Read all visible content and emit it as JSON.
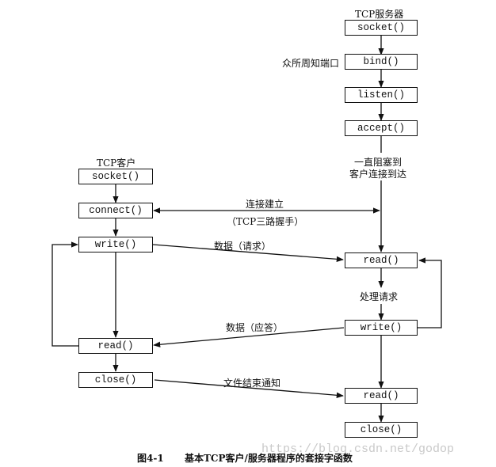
{
  "server": {
    "title": "TCP服务器",
    "socket": "socket()",
    "bind": "bind()",
    "bind_note": "众所周知端口",
    "listen": "listen()",
    "accept": "accept()",
    "block_note_1": "一直阻塞到",
    "block_note_2": "客户连接到达",
    "read1": "read()",
    "process_note": "处理请求",
    "write": "write()",
    "read2": "read()",
    "close": "close()"
  },
  "client": {
    "title": "TCP客户",
    "socket": "socket()",
    "connect": "connect()",
    "write": "write()",
    "read": "read()",
    "close": "close()"
  },
  "arrows": {
    "connect_label": "连接建立",
    "connect_sub": "（TCP三路握手）",
    "request_label": "数据（请求）",
    "reply_label": "数据（应答）",
    "eof_label": "文件结束通知"
  },
  "caption": {
    "number": "图4-1",
    "text": "基本TCP客户/服务器程序的套接字函数"
  },
  "watermark": "https://blog.csdn.net/godop"
}
